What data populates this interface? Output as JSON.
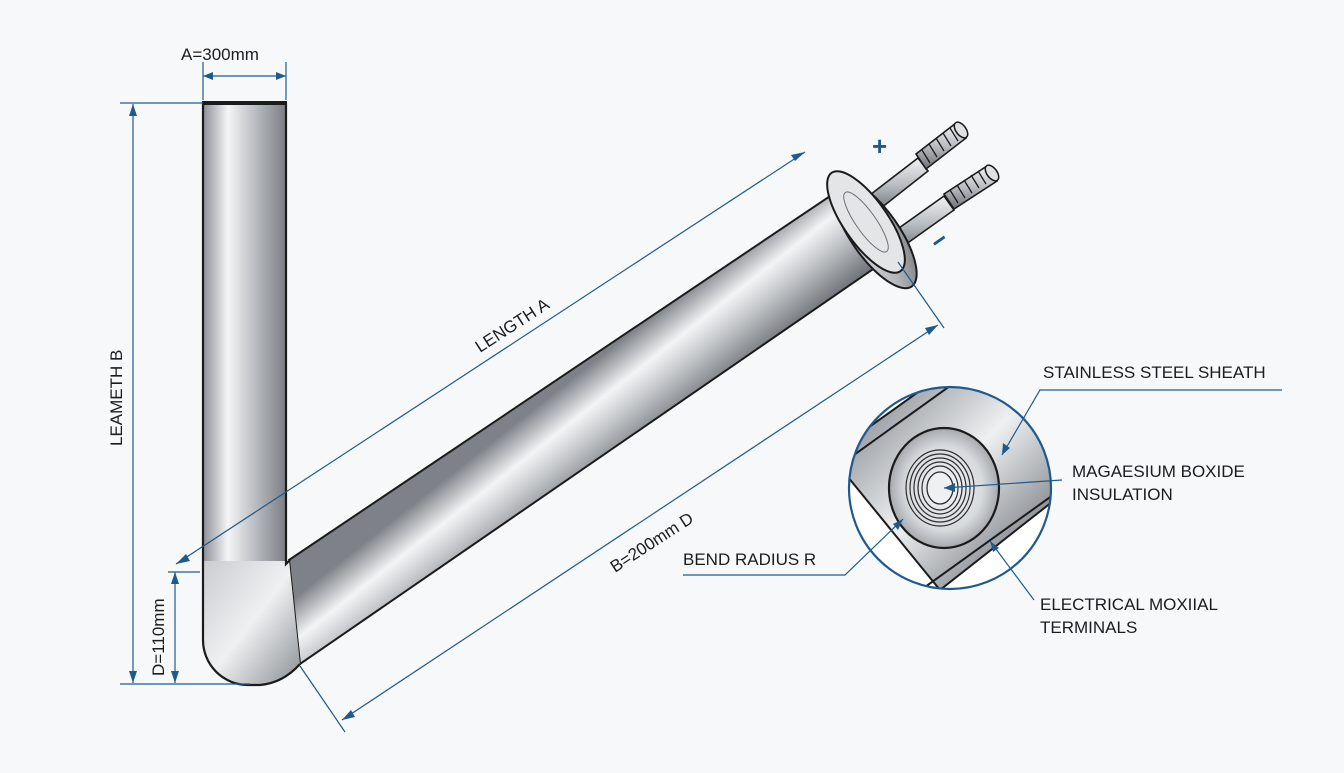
{
  "labels": {
    "dim_a": "A=300mm",
    "leameth_b": "LEAMETH B",
    "length_a": "LENGTH A",
    "dim_d": "D=110mm",
    "dim_b": "B=200mm D",
    "sheath": "STAINLESS STEEL SHEATH",
    "insulation_1": "MAGAESIUM BOXIDE",
    "insulation_2": "INSULATION",
    "bend_radius": "BEND RADIUS R",
    "terminals_1": "ELECTRICAL MOXIIAL",
    "terminals_2": "TERMINALS",
    "plus": "+",
    "minus": "−"
  },
  "colors": {
    "dimension_line": "#1f5a8f",
    "tube_outline": "#1b1b1b",
    "background": "#f7f8f9"
  }
}
